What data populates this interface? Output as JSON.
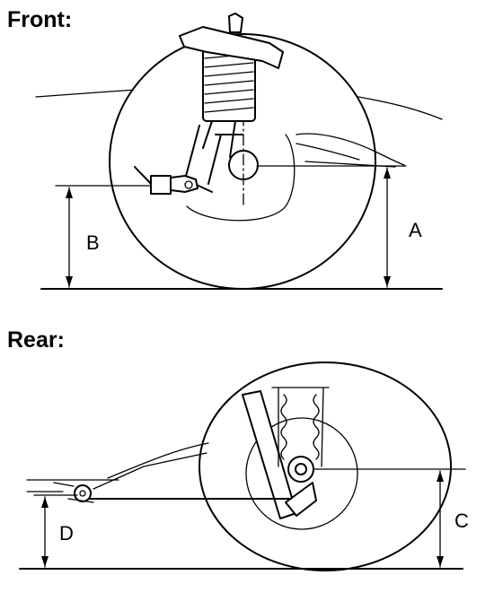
{
  "front": {
    "heading": "Front:",
    "label_a": "A",
    "label_b": "B"
  },
  "rear": {
    "heading": "Rear:",
    "label_c": "C",
    "label_d": "D"
  }
}
